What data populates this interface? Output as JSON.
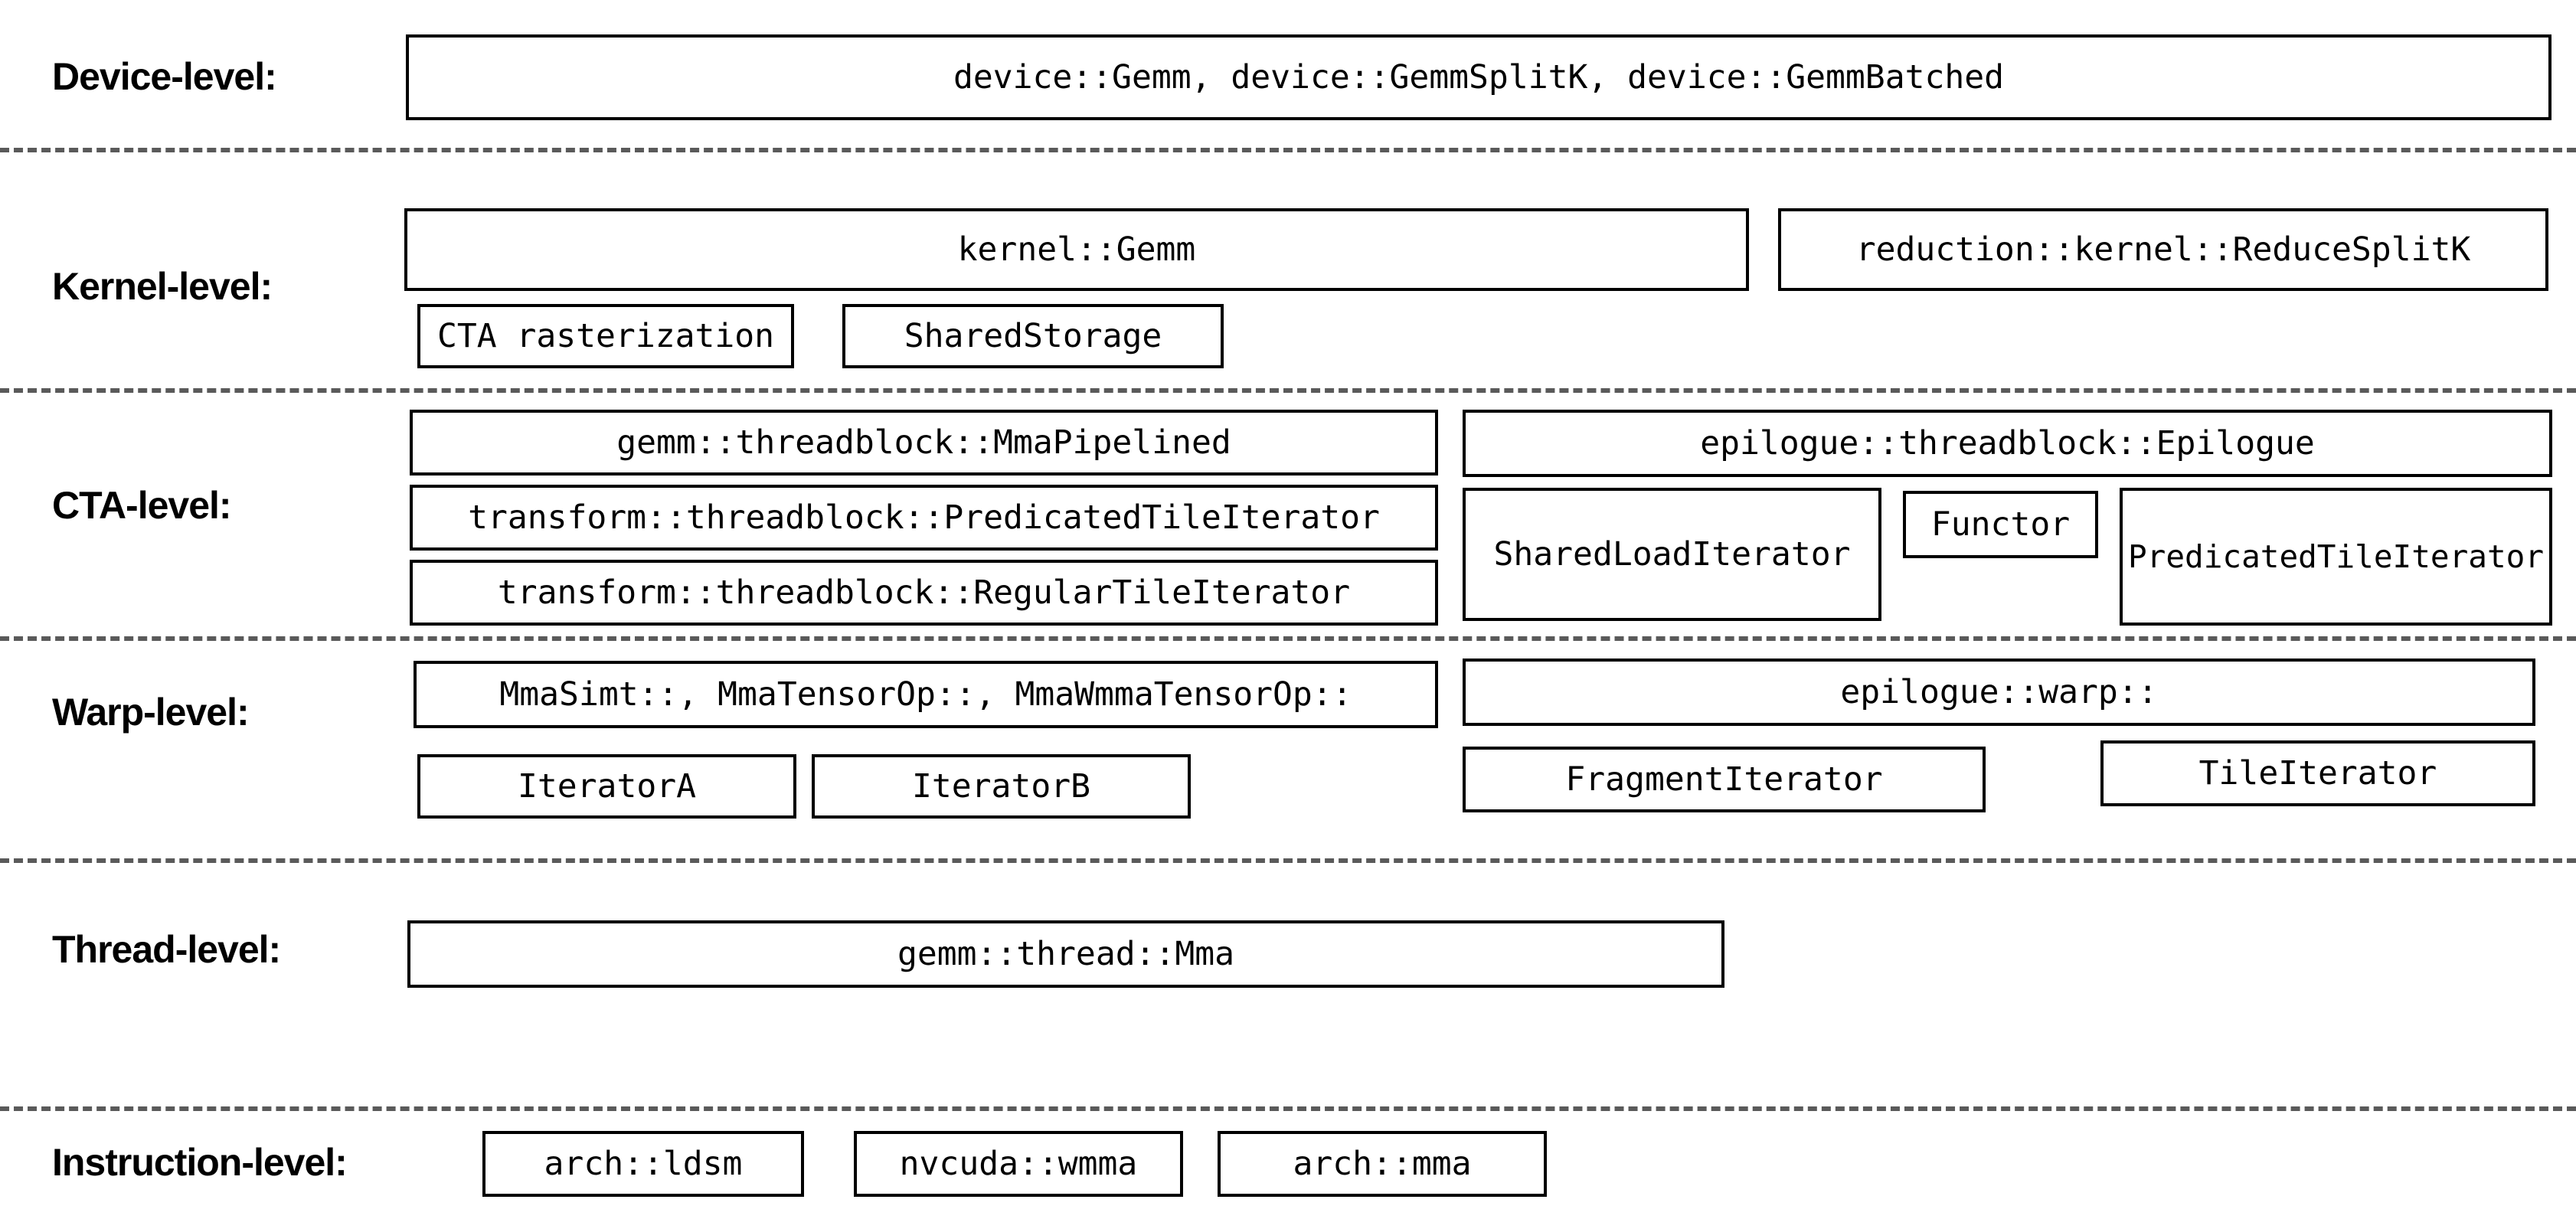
{
  "diagram": {
    "colors": {
      "background": "#ffffff",
      "box_border": "#000000",
      "box_fill": "#ffffff",
      "text": "#000000",
      "separator": "#5a5a5a"
    },
    "levels": [
      {
        "label": "Device-level:",
        "boxes": [
          {
            "text": "device::Gemm, device::GemmSplitK, device::GemmBatched"
          }
        ]
      },
      {
        "label": "Kernel-level:",
        "boxes": [
          {
            "text": "kernel::Gemm"
          },
          {
            "text": "reduction::kernel::ReduceSplitK"
          },
          {
            "text": "CTA rasterization"
          },
          {
            "text": "SharedStorage"
          }
        ]
      },
      {
        "label": "CTA-level:",
        "boxes": [
          {
            "text": "gemm::threadblock::MmaPipelined"
          },
          {
            "text": "transform::threadblock::PredicatedTileIterator"
          },
          {
            "text": "transform::threadblock::RegularTileIterator"
          },
          {
            "text": "epilogue::threadblock::Epilogue"
          },
          {
            "text": "SharedLoadIterator"
          },
          {
            "text": "Functor"
          },
          {
            "text": "PredicatedTileIterator"
          }
        ]
      },
      {
        "label": "Warp-level:",
        "boxes": [
          {
            "text": "MmaSimt::, MmaTensorOp::, MmaWmmaTensorOp::"
          },
          {
            "text": "IteratorA"
          },
          {
            "text": "IteratorB"
          },
          {
            "text": "epilogue::warp::"
          },
          {
            "text": "FragmentIterator"
          },
          {
            "text": "TileIterator"
          }
        ]
      },
      {
        "label": "Thread-level:",
        "boxes": [
          {
            "text": "gemm::thread::Mma"
          }
        ]
      },
      {
        "label": "Instruction-level:",
        "boxes": [
          {
            "text": "arch::ldsm"
          },
          {
            "text": "nvcuda::wmma"
          },
          {
            "text": "arch::mma"
          }
        ]
      }
    ]
  }
}
